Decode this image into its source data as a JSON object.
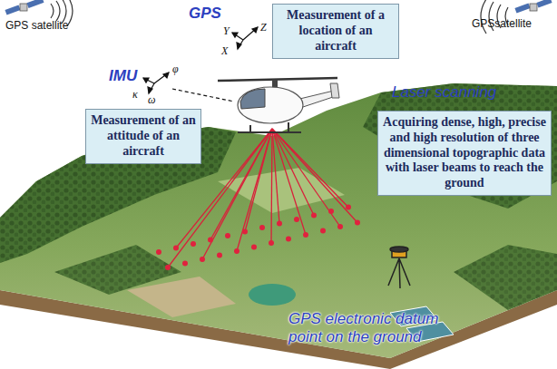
{
  "diagram": {
    "nodes": [
      {
        "text": [
          "Measurement of a location of an aircraft"
        ]
      },
      {
        "text": [
          "Measurement of an attitude of an aircraft"
        ]
      },
      {
        "text": [
          "Acquiring dense, high, precise and high resolution of three dimensional topographic data with laser beams to reach the ground"
        ]
      }
    ],
    "labels": [
      "GPS satellite",
      "GPS",
      "Z",
      "Y",
      "X",
      "GPSsatellite",
      "IMU",
      "φ",
      "ω",
      "κ",
      "Laser scanning",
      "GPS electronic datum point on the ground"
    ]
  }
}
